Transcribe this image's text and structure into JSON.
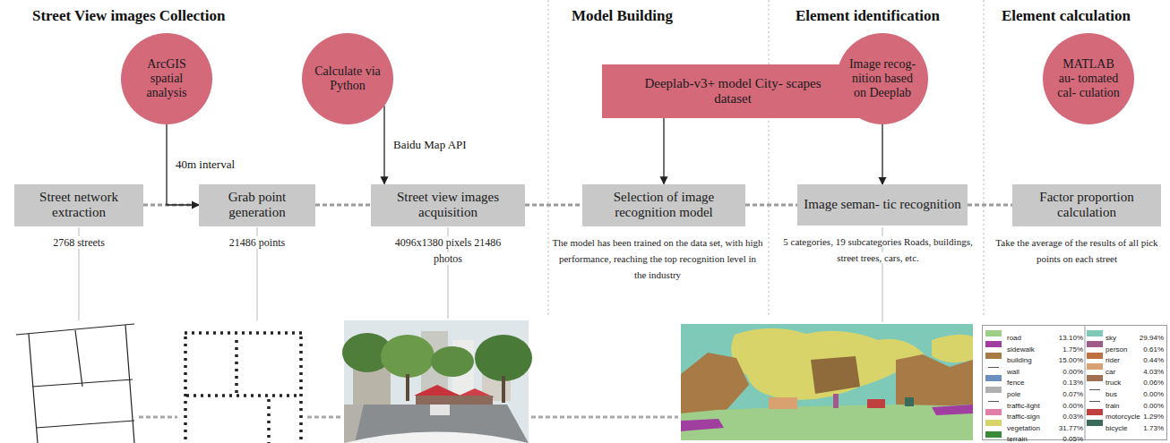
{
  "diagram": {
    "nodes": [
      {
        "text": [
          "ArcGIS spatial analysis"
        ]
      },
      {
        "text": [
          "Calculate via Python"
        ]
      },
      {
        "text": [
          "Deeplab-v3+ model City- scapes dataset"
        ]
      },
      {
        "text": [
          "Image recog- nition based on Deeplab"
        ]
      },
      {
        "text": [
          "MATLAB au- tomated cal- culation"
        ]
      },
      {
        "text": [
          "Street network extraction",
          "2768 streets"
        ]
      },
      {
        "text": [
          "Grab point generation",
          "21486 points"
        ]
      },
      {
        "text": [
          "Street view images acquisition",
          "4096x1380 pixels 21486 photos"
        ]
      },
      {
        "text": [
          "Selection of image recognition model",
          "The model has been trained on the data set, with high performance, reaching the top recognition level in the industry"
        ]
      },
      {
        "text": [
          "Image seman- tic recognition",
          "5 categories, 19 subcategories Roads, buildings, street trees, cars, etc."
        ]
      },
      {
        "text": [
          "Factor proportion calculation",
          "Take the average of the results of all pick points on each street"
        ]
      }
    ],
    "edges": [
      {
        "from": 5,
        "to": 6,
        "arrow": "none"
      },
      {
        "from": 6,
        "to": 7,
        "arrow": "none"
      },
      {
        "from": 7,
        "to": 8,
        "arrow": "none"
      },
      {
        "from": 8,
        "to": 9,
        "arrow": "none"
      },
      {
        "from": 9,
        "to": 10,
        "arrow": "none"
      },
      {
        "from": 0,
        "to": 6,
        "label": "40m interval",
        "arrow": "to"
      },
      {
        "from": 1,
        "to": 7,
        "label": "Baidu Map API",
        "arrow": "to"
      },
      {
        "from": 2,
        "to": 8,
        "arrow": "to"
      },
      {
        "from": 3,
        "to": 9,
        "arrow": "to"
      }
    ],
    "labels": [
      "Street View images Collection",
      "Model Building",
      "Element identification",
      "Element calculation",
      "13.10%",
      "1.75%",
      "15.00%",
      "0.00%",
      "0.13%",
      "0.07%",
      "0.00%",
      "0.03%",
      "31.77%",
      "0.05%",
      "29.94%",
      "0.61%",
      "0.44%",
      "4.03%",
      "0.06%",
      "0.00%",
      "0.00%",
      "1.29%",
      "1.73%"
    ],
    "legend": [
      {
        "text": "road",
        "color": "#9fce8b"
      },
      {
        "text": "sidewalk",
        "color": "#a13fa0"
      },
      {
        "text": "building",
        "color": "#a87a45"
      },
      {
        "text": "wall"
      },
      {
        "text": "fence",
        "color": "#6a8fc0"
      },
      {
        "text": "pole",
        "color": "#b0b0b0"
      },
      {
        "text": "traffic-light"
      },
      {
        "text": "traffic-sign",
        "color": "#e080a8"
      },
      {
        "text": "vegetation",
        "color": "#d8d46a"
      },
      {
        "text": "terrain",
        "color": "#3a8a3a"
      },
      {
        "text": "sky",
        "color": "#7fc9b9"
      },
      {
        "text": "person",
        "color": "#a05a8a"
      },
      {
        "text": "rider",
        "color": "#c07040"
      },
      {
        "text": "car",
        "color": "#d9a070"
      },
      {
        "text": "truck",
        "color": "#a07050"
      },
      {
        "text": "bus"
      },
      {
        "text": "train"
      },
      {
        "text": "motorcycle",
        "color": "#c04040"
      },
      {
        "text": "bicycle",
        "color": "#3a6a5a"
      }
    ]
  }
}
